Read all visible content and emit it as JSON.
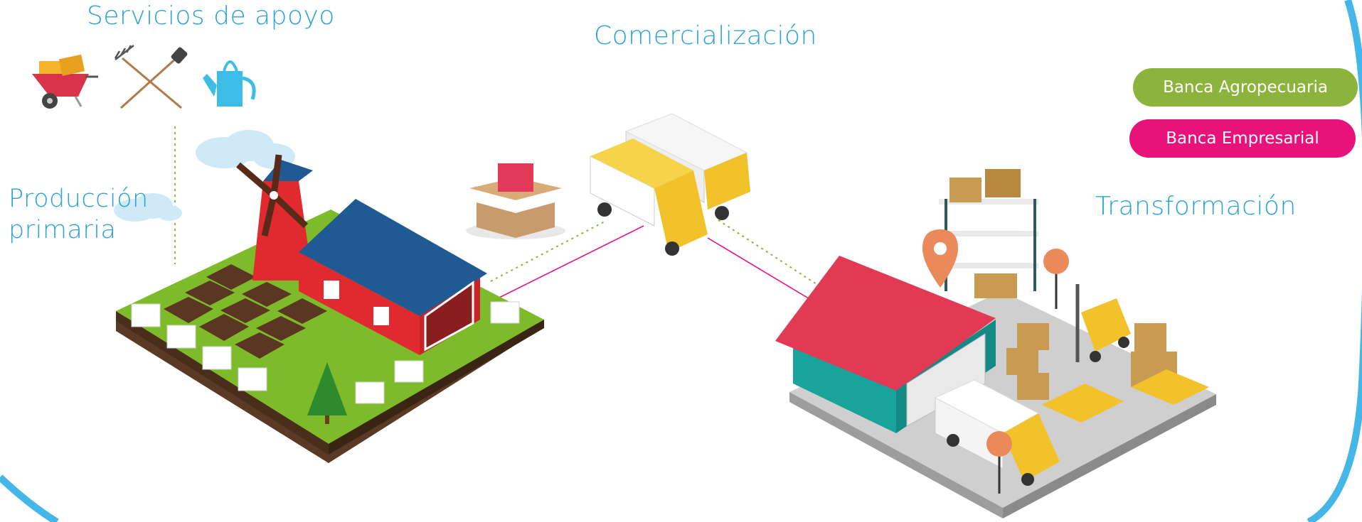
{
  "labels": {
    "support_services": "Servicios de apoyo",
    "commercialization": "Comercialización",
    "primary_production": "Producción\nprimaria",
    "transformation": "Transformación"
  },
  "legend": {
    "agro": {
      "label": "Banca Agropecuaria",
      "color": "#8cb43c"
    },
    "business": {
      "label": "Banca Empresarial",
      "color": "#e8127b"
    }
  },
  "icons": [
    "wheelbarrow-icon",
    "pitchfork-shovel-icon",
    "watering-can-icon",
    "windmill-icon",
    "barn-icon",
    "delivery-truck-icon",
    "gift-box-icon",
    "warehouse-icon",
    "forklift-icon",
    "location-pin-icon"
  ],
  "colors": {
    "label_blue": "#2aa3d8",
    "border_blue": "#45b6e8",
    "link_pink": "#e8127b",
    "link_green": "#8cb43c"
  }
}
